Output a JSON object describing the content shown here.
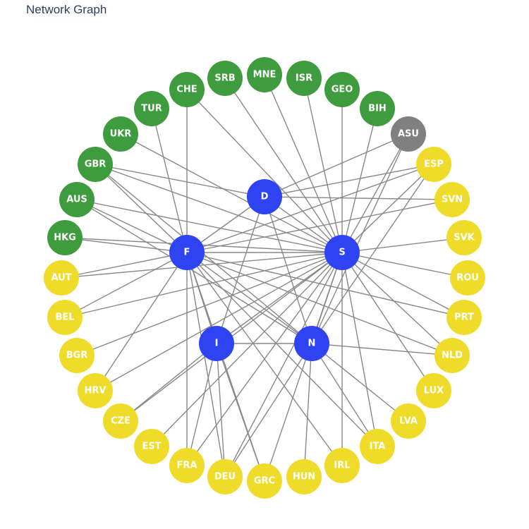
{
  "title": "Network Graph",
  "colors": {
    "green": "#3e9b3e",
    "gray": "#808080",
    "yellow": "#efdc2a",
    "blue": "#2e44f2",
    "edge": "#888888"
  },
  "nodes": [
    {
      "id": "MNE",
      "group": "green"
    },
    {
      "id": "ISR",
      "group": "green"
    },
    {
      "id": "GEO",
      "group": "green"
    },
    {
      "id": "BIH",
      "group": "green"
    },
    {
      "id": "ASU",
      "group": "gray"
    },
    {
      "id": "ESP",
      "group": "yellow"
    },
    {
      "id": "SVN",
      "group": "yellow"
    },
    {
      "id": "SVK",
      "group": "yellow"
    },
    {
      "id": "ROU",
      "group": "yellow"
    },
    {
      "id": "PRT",
      "group": "yellow"
    },
    {
      "id": "NLD",
      "group": "yellow"
    },
    {
      "id": "LUX",
      "group": "yellow"
    },
    {
      "id": "LVA",
      "group": "yellow"
    },
    {
      "id": "ITA",
      "group": "yellow"
    },
    {
      "id": "IRL",
      "group": "yellow"
    },
    {
      "id": "HUN",
      "group": "yellow"
    },
    {
      "id": "GRC",
      "group": "yellow"
    },
    {
      "id": "DEU",
      "group": "yellow"
    },
    {
      "id": "FRA",
      "group": "yellow"
    },
    {
      "id": "EST",
      "group": "yellow"
    },
    {
      "id": "CZE",
      "group": "yellow"
    },
    {
      "id": "HRV",
      "group": "yellow"
    },
    {
      "id": "BGR",
      "group": "yellow"
    },
    {
      "id": "BEL",
      "group": "yellow"
    },
    {
      "id": "AUT",
      "group": "yellow"
    },
    {
      "id": "HKG",
      "group": "green"
    },
    {
      "id": "AUS",
      "group": "green"
    },
    {
      "id": "GBR",
      "group": "green"
    },
    {
      "id": "UKR",
      "group": "green"
    },
    {
      "id": "TUR",
      "group": "green"
    },
    {
      "id": "CHE",
      "group": "green"
    },
    {
      "id": "SRB",
      "group": "green"
    },
    {
      "id": "D",
      "group": "blue"
    },
    {
      "id": "S",
      "group": "blue"
    },
    {
      "id": "F",
      "group": "blue"
    },
    {
      "id": "I",
      "group": "blue"
    },
    {
      "id": "N",
      "group": "blue"
    }
  ],
  "edges": [
    [
      "D",
      "S"
    ],
    [
      "D",
      "F"
    ],
    [
      "D",
      "I"
    ],
    [
      "D",
      "N"
    ],
    [
      "D",
      "GBR"
    ],
    [
      "D",
      "ASU"
    ],
    [
      "D",
      "ESP"
    ],
    [
      "D",
      "SVN"
    ],
    [
      "S",
      "F"
    ],
    [
      "S",
      "I"
    ],
    [
      "S",
      "N"
    ],
    [
      "S",
      "SRB"
    ],
    [
      "S",
      "MNE"
    ],
    [
      "S",
      "ISR"
    ],
    [
      "S",
      "GEO"
    ],
    [
      "S",
      "BIH"
    ],
    [
      "S",
      "ASU"
    ],
    [
      "S",
      "CHE"
    ],
    [
      "S",
      "UKR"
    ],
    [
      "S",
      "GBR"
    ],
    [
      "S",
      "AUS"
    ],
    [
      "S",
      "ESP"
    ],
    [
      "S",
      "SVK"
    ],
    [
      "S",
      "ROU"
    ],
    [
      "S",
      "PRT"
    ],
    [
      "S",
      "NLD"
    ],
    [
      "S",
      "LUX"
    ],
    [
      "S",
      "ITA"
    ],
    [
      "S",
      "IRL"
    ],
    [
      "S",
      "GRC"
    ],
    [
      "S",
      "DEU"
    ],
    [
      "S",
      "FRA"
    ],
    [
      "S",
      "EST"
    ],
    [
      "S",
      "CZE"
    ],
    [
      "S",
      "HRV"
    ],
    [
      "S",
      "BGR"
    ],
    [
      "S",
      "BEL"
    ],
    [
      "S",
      "AUT"
    ],
    [
      "S",
      "HKG"
    ],
    [
      "F",
      "I"
    ],
    [
      "F",
      "N"
    ],
    [
      "F",
      "CHE"
    ],
    [
      "F",
      "TUR"
    ],
    [
      "F",
      "GBR"
    ],
    [
      "F",
      "AUS"
    ],
    [
      "F",
      "HKG"
    ],
    [
      "F",
      "ESP"
    ],
    [
      "F",
      "SVN"
    ],
    [
      "F",
      "PRT"
    ],
    [
      "F",
      "NLD"
    ],
    [
      "F",
      "ITA"
    ],
    [
      "F",
      "IRL"
    ],
    [
      "F",
      "FRA"
    ],
    [
      "F",
      "DEU"
    ],
    [
      "F",
      "HRV"
    ],
    [
      "F",
      "BEL"
    ],
    [
      "F",
      "AUT"
    ],
    [
      "F",
      "GRC"
    ],
    [
      "I",
      "N"
    ],
    [
      "I",
      "GRC"
    ],
    [
      "I",
      "DEU"
    ],
    [
      "I",
      "FRA"
    ],
    [
      "I",
      "CZE"
    ],
    [
      "N",
      "ESP"
    ],
    [
      "N",
      "ASU"
    ],
    [
      "N",
      "NLD"
    ],
    [
      "N",
      "LVA"
    ],
    [
      "N",
      "ITA"
    ],
    [
      "N",
      "HUN"
    ],
    [
      "N",
      "DEU"
    ],
    [
      "N",
      "AUS"
    ],
    [
      "N",
      "GBR"
    ]
  ]
}
